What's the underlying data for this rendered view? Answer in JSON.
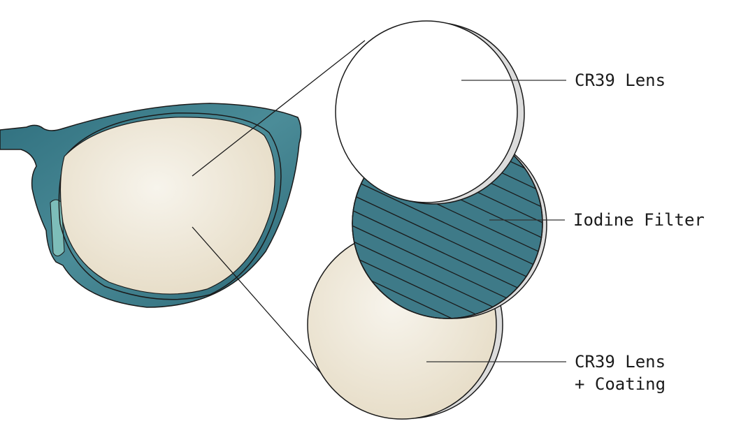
{
  "labels": {
    "top_lens": "CR39 Lens",
    "filter": "Iodine Filter",
    "bottom_lens_line1": "CR39 Lens",
    "bottom_lens_line2": "+ Coating"
  },
  "colors": {
    "frame": "#3f7f8c",
    "frame_dark": "#2f6a78",
    "lens_cream": "#efe9dc",
    "filter_light": "#6fb3b3",
    "filter_dark": "#3e7a88",
    "rim": "#d6d6d6",
    "stroke": "#1a1a1a"
  }
}
